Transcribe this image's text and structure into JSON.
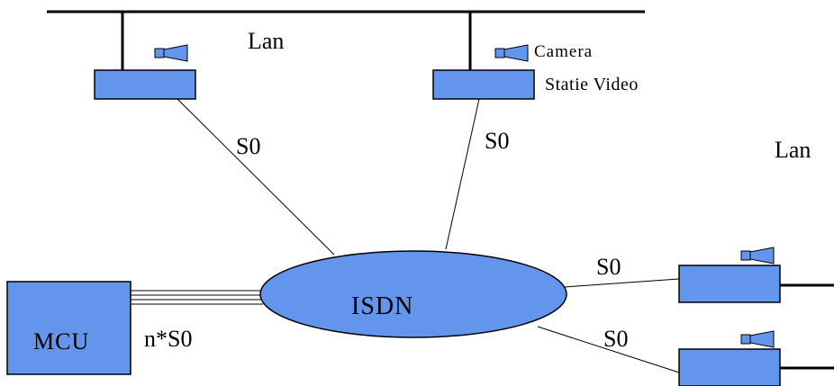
{
  "labels": {
    "lan_top": "Lan",
    "lan_right": "Lan",
    "camera": "Camera",
    "station_video": "Statie Video",
    "s0_left": "S0",
    "s0_mid": "S0",
    "s0_right_top": "S0",
    "s0_right_bottom": "S0",
    "isdn": "ISDN",
    "mcu": "MCU",
    "n_s0": "n*S0"
  },
  "colors": {
    "device_fill": "#6495ED",
    "line": "#000000",
    "background": "#FFFFFF"
  },
  "icons": {
    "camera": "camera-icon",
    "station": "video-station-icon"
  }
}
